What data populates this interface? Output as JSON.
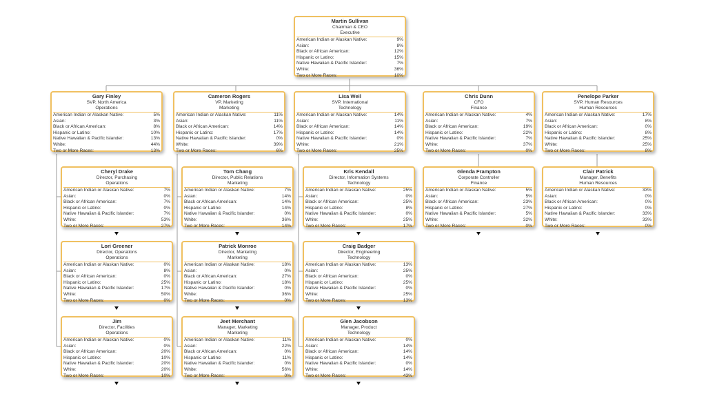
{
  "labels": {
    "ai": "American Indian or Alaskan Native:",
    "as": "Asian:",
    "ba": "Black or African American:",
    "hl": "Hispanic or Latino:",
    "nh": "Native Hawaiian & Pacific Islander:",
    "wh": "White:",
    "tm": "Two or More Races:"
  },
  "people": [
    {
      "name": "Martin Sullivan",
      "title": "Chairman & CEO",
      "dept": "Executive",
      "stats": [
        "9%",
        "8%",
        "12%",
        "15%",
        "7%",
        "36%",
        "10%"
      ],
      "arrow": false
    },
    {
      "name": "Gary Finley",
      "title": "SVP, North America",
      "dept": "Operations",
      "stats": [
        "5%",
        "3%",
        "8%",
        "10%",
        "13%",
        "44%",
        "13%"
      ],
      "arrow": false
    },
    {
      "name": "Cameron Rogers",
      "title": "VP, Marketing",
      "dept": "Marketing",
      "stats": [
        "11%",
        "11%",
        "14%",
        "17%",
        "0%",
        "39%",
        "6%"
      ],
      "arrow": false
    },
    {
      "name": "Lisa Weil",
      "title": "SVP, International",
      "dept": "Technology",
      "stats": [
        "14%",
        "11%",
        "14%",
        "14%",
        "0%",
        "21%",
        "25%"
      ],
      "arrow": false
    },
    {
      "name": "Chris  Dunn",
      "title": "CFO",
      "dept": "Finance",
      "stats": [
        "4%",
        "7%",
        "19%",
        "22%",
        "7%",
        "37%",
        "0%"
      ],
      "arrow": false
    },
    {
      "name": "Penelope Parker",
      "title": "SVP, Human Resources",
      "dept": "Human Resources",
      "stats": [
        "17%",
        "8%",
        "0%",
        "8%",
        "25%",
        "25%",
        "8%"
      ],
      "arrow": false
    },
    {
      "name": "Cheryl Drake",
      "title": "Director, Purchasing",
      "dept": "Operations",
      "stats": [
        "7%",
        "0%",
        "7%",
        "0%",
        "7%",
        "53%",
        "27%"
      ],
      "arrow": true
    },
    {
      "name": "Tom Chang",
      "title": "Director, Public Relations",
      "dept": "Marketing",
      "stats": [
        "7%",
        "14%",
        "14%",
        "14%",
        "0%",
        "36%",
        "14%"
      ],
      "arrow": true
    },
    {
      "name": "Kris Kendall",
      "title": "Director, Information Systems",
      "dept": "Technology",
      "stats": [
        "25%",
        "0%",
        "25%",
        "8%",
        "0%",
        "25%",
        "17%"
      ],
      "arrow": true
    },
    {
      "name": "Glenda Frampton",
      "title": "Corporate Controller",
      "dept": "Finance",
      "stats": [
        "5%",
        "5%",
        "23%",
        "27%",
        "5%",
        "32%",
        "0%"
      ],
      "arrow": true
    },
    {
      "name": "Clair Patrick",
      "title": "Manager, Benefits",
      "dept": "Human Resources",
      "stats": [
        "33%",
        "0%",
        "0%",
        "0%",
        "33%",
        "33%",
        "0%"
      ],
      "arrow": true
    },
    {
      "name": "Lori Greener",
      "title": "Director, Operations",
      "dept": "Operations",
      "stats": [
        "0%",
        "8%",
        "0%",
        "25%",
        "17%",
        "50%",
        "0%"
      ],
      "arrow": true
    },
    {
      "name": "Patrick Monroe",
      "title": "Director, Marketing",
      "dept": "Marketing",
      "stats": [
        "18%",
        "0%",
        "27%",
        "18%",
        "0%",
        "36%",
        "0%"
      ],
      "arrow": true
    },
    {
      "name": "Craig Badger",
      "title": "Director, Engineering",
      "dept": "Technology",
      "stats": [
        "13%",
        "25%",
        "0%",
        "25%",
        "0%",
        "25%",
        "13%"
      ],
      "arrow": true
    },
    {
      "name": "Jim",
      "title": "Director, Facilities",
      "dept": "Operations",
      "stats": [
        "0%",
        "0%",
        "20%",
        "10%",
        "20%",
        "20%",
        "10%"
      ],
      "arrow": true
    },
    {
      "name": "Jeet Merchant",
      "title": "Manager, Marketing",
      "dept": "Marketing",
      "stats": [
        "11%",
        "22%",
        "0%",
        "11%",
        "0%",
        "56%",
        "0%"
      ],
      "arrow": true
    },
    {
      "name": "Glen Jacobson",
      "title": "Manager, Product",
      "dept": "Technology",
      "stats": [
        "0%",
        "14%",
        "14%",
        "14%",
        "0%",
        "14%",
        "43%"
      ],
      "arrow": true
    }
  ]
}
